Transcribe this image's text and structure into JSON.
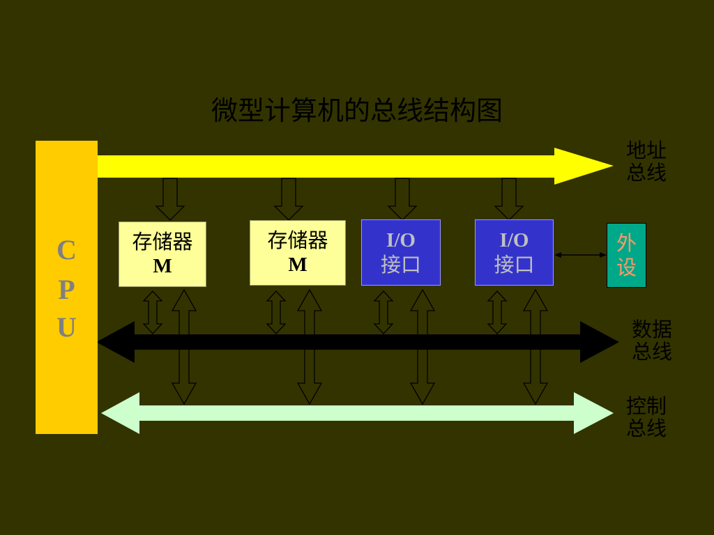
{
  "title": "微型计算机的总线结构图",
  "cpu": {
    "letters": [
      "C",
      "P",
      "U"
    ]
  },
  "modules": [
    {
      "line1": "存储器",
      "line2": "M"
    },
    {
      "line1": "存储器",
      "line2": "M"
    },
    {
      "line1": "I/O",
      "line2": "接口"
    },
    {
      "line1": "I/O",
      "line2": "接口"
    }
  ],
  "peripheral": {
    "line1": "外",
    "line2": "设"
  },
  "buses": {
    "address": {
      "line1": "地址",
      "line2": "总线",
      "color": "#ffff00"
    },
    "data": {
      "line1": "数据",
      "line2": "总线",
      "color": "#000000"
    },
    "control": {
      "line1": "控制",
      "line2": "总线",
      "color": "#ccffcc"
    }
  },
  "colors": {
    "background": "#333300",
    "cpu": "#ffcc00",
    "memory": "#ffff99",
    "io": "#3333cc",
    "peripheral": "#00a88a"
  }
}
